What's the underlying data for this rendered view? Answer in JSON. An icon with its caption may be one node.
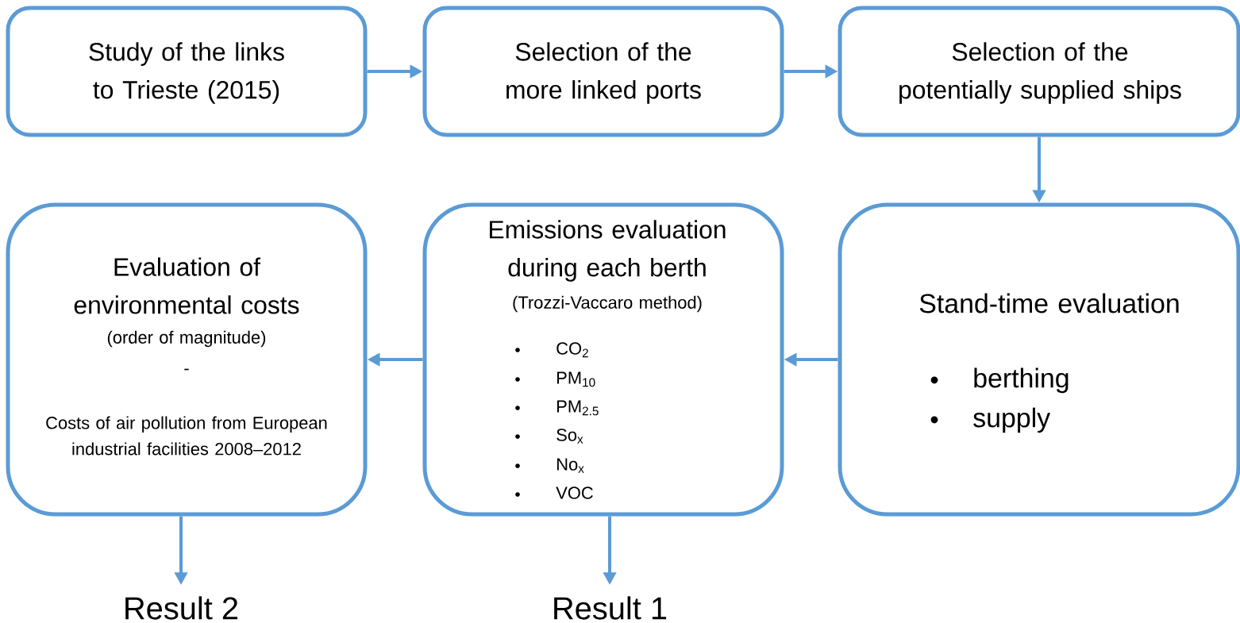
{
  "diagram": {
    "nodes": [
      {
        "text": [
          "Study of the links to Trieste (2015)"
        ]
      },
      {
        "text": [
          "Selection of the more linked ports"
        ]
      },
      {
        "text": [
          "Selection of the potentially supplied ships"
        ]
      },
      {
        "text": [
          "Evaluation of environmental costs",
          "(order of magnitude)",
          "-",
          "Costs of air pollution from European industrial facilities 2008–2012"
        ]
      },
      {
        "text": [
          "Emissions evaluation during each berth",
          "(Trozzi-Vaccaro method)",
          "CO$_{2}$",
          "PM$_{10}$",
          "PM$_{2.5}$",
          "So$_{x}$",
          "No$_{x}$",
          "VOC"
        ]
      },
      {
        "text": [
          "Stand-time evaluation",
          "berthing",
          "supply"
        ]
      },
      {
        "text": [
          "Result 2"
        ]
      },
      {
        "text": [
          "Result 1"
        ]
      }
    ],
    "edges": [
      {
        "from": 0,
        "to": 1,
        "arrow": "to"
      },
      {
        "from": 1,
        "to": 2,
        "arrow": "to"
      },
      {
        "from": 2,
        "to": 5,
        "arrow": "to"
      },
      {
        "from": 5,
        "to": 4,
        "arrow": "to"
      },
      {
        "from": 4,
        "to": 3,
        "arrow": "to"
      },
      {
        "from": 3,
        "to": 6,
        "arrow": "to"
      },
      {
        "from": 4,
        "to": 7,
        "arrow": "to"
      }
    ]
  }
}
